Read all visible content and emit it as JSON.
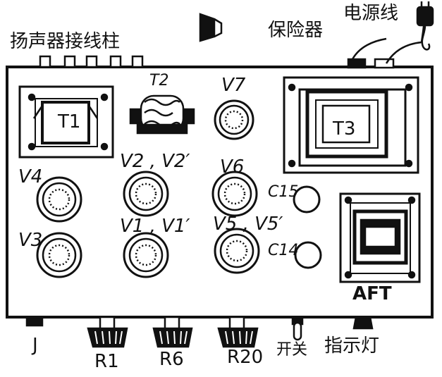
{
  "labels": {
    "speaker_terminals": "扬声器接线柱",
    "fuse": "保险器",
    "power_cord": "电源线",
    "t1": "T1",
    "t2": "T2",
    "t3": "T3",
    "v7": "V7",
    "v2": "V2 , V2′",
    "v6": "V6",
    "v4": "V4",
    "v3": "V3",
    "v1": "V1 , V1′",
    "v5": "V5 , V5′",
    "c15": "C15",
    "c14": "C14",
    "aft": "AFT",
    "j": "J",
    "r1": "R1",
    "r6": "R6",
    "r20": "R20",
    "switch": "开关",
    "indicator_light": "指示灯"
  },
  "colors": {
    "ink": "#111111",
    "paper": "#ffffff"
  }
}
